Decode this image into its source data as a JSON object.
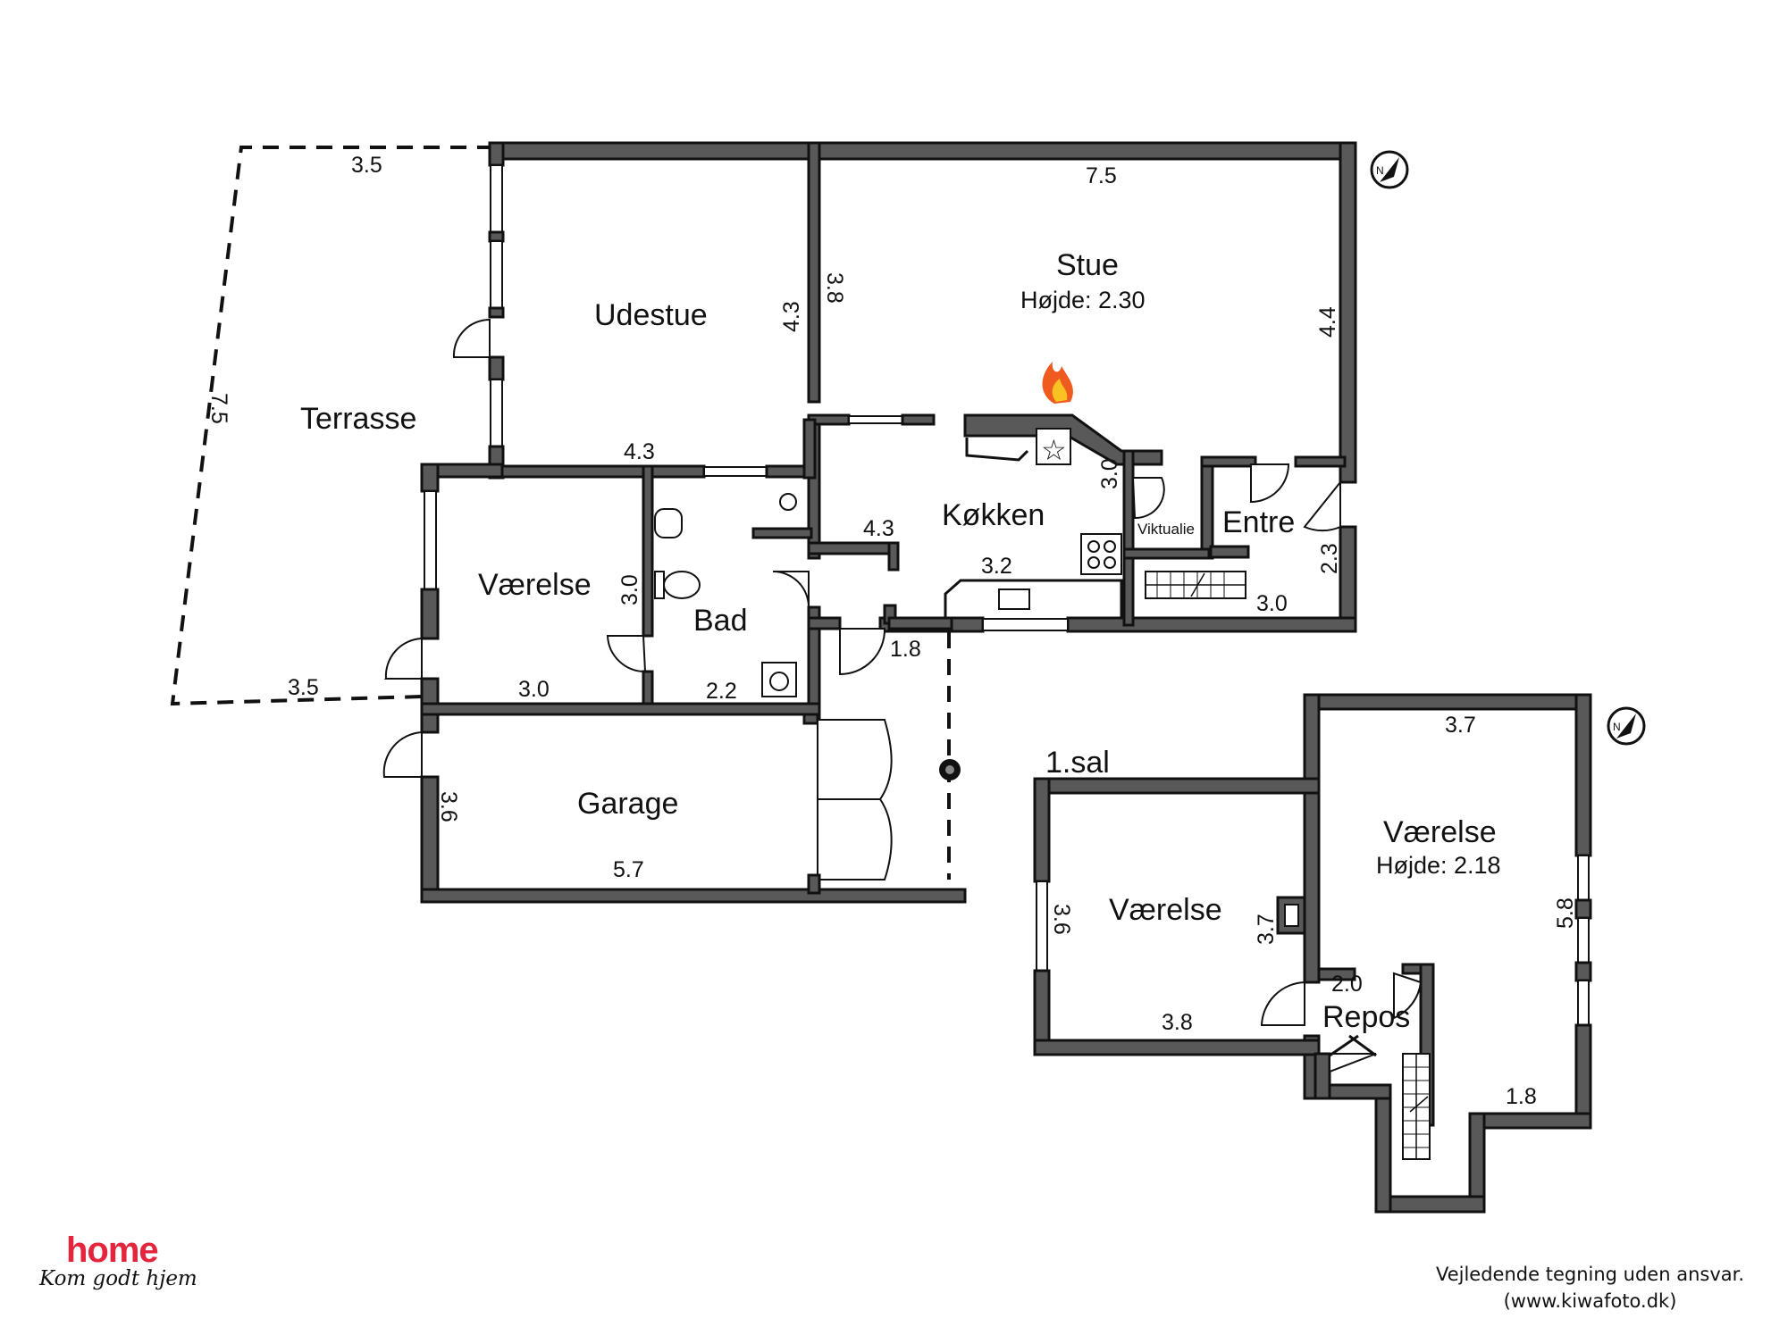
{
  "ground_floor": {
    "rooms": {
      "terrasse": "Terrasse",
      "udestue": "Udestue",
      "stue": "Stue",
      "stue_height": "Højde: 2.30",
      "koekken": "Køkken",
      "entre": "Entre",
      "viktualie": "Viktualie",
      "vaerelse": "Værelse",
      "bad": "Bad",
      "garage": "Garage"
    },
    "dimensions": {
      "terrasse_top": "3.5",
      "terrasse_left": "7.5",
      "terrasse_bottom": "3.5",
      "udestue_bottom": "4.3",
      "udestue_right": "4.3",
      "stue_top": "7.5",
      "stue_left": "3.8",
      "stue_right": "4.4",
      "koekken_inner": "4.3",
      "koekken_counter": "3.2",
      "koekken_side": "3.0",
      "entre_side": "2.3",
      "stairs_width": "3.0",
      "hall_width": "1.8",
      "vaerelse_side": "3.0",
      "vaerelse_bottom": "3.0",
      "bad_bottom": "2.2",
      "garage_side": "3.6",
      "garage_bottom": "5.7"
    }
  },
  "first_floor": {
    "label": "1.sal",
    "rooms": {
      "vaerelse_left": "Værelse",
      "vaerelse_right": "Værelse",
      "vaerelse_right_height": "Højde: 2.18",
      "repos": "Repos"
    },
    "dimensions": {
      "right_top": "3.7",
      "right_side": "5.8",
      "right_bottom": "1.8",
      "left_side": "3.6",
      "left_inner": "3.7",
      "left_bottom": "3.8",
      "repos_top": "2.0"
    }
  },
  "brand": {
    "logo_text": "home",
    "tagline": "Kom godt hjem",
    "logo_color": "#e3263d"
  },
  "disclaimer": {
    "line1": "Vejledende tegning uden ansvar.",
    "line2": "(www.kiwafoto.dk)"
  },
  "icons": [
    "compass-icon",
    "fireplace-icon",
    "stove-icon",
    "sink-icon",
    "toilet-icon",
    "washing-machine-icon",
    "star-icon"
  ]
}
